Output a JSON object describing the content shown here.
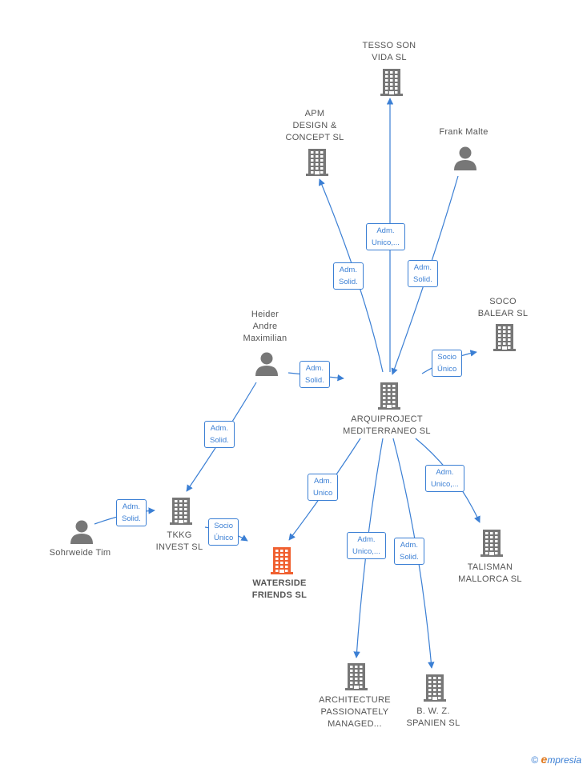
{
  "nodes": {
    "tesso": {
      "label": "TESSO SON\nVIDA  SL",
      "type": "company"
    },
    "apm": {
      "label": "APM\nDESIGN &\nCONCEPT  SL",
      "type": "company"
    },
    "frank": {
      "label": "Frank Malte",
      "type": "person"
    },
    "soco": {
      "label": "SOCO\nBALEAR  SL",
      "type": "company"
    },
    "heider": {
      "label": "Heider\nAndre\nMaximilian",
      "type": "person"
    },
    "arqui": {
      "label": "ARQUIPROJECT\nMEDITERRANEO SL",
      "type": "company"
    },
    "tkkg": {
      "label": "TKKG\nINVEST  SL",
      "type": "company"
    },
    "sohrweide": {
      "label": "Sohrweide Tim",
      "type": "person"
    },
    "waterside": {
      "label": "WATERSIDE\nFRIENDS  SL",
      "type": "company-highlight"
    },
    "talisman": {
      "label": "TALISMAN\nMALLORCA  SL",
      "type": "company"
    },
    "architecture": {
      "label": "ARCHITECTURE\nPASSIONATELY\nMANAGED...",
      "type": "company"
    },
    "bwz": {
      "label": "B.  W. Z.\nSPANIEN SL",
      "type": "company"
    }
  },
  "edges": {
    "arqui_tesso": "Adm.\nUnico,...",
    "arqui_apm": "Adm.\nSolid.",
    "frank_arqui": "Adm.\nSolid.",
    "arqui_soco": "Socio\nÚnico",
    "heider_arqui": "Adm.\nSolid.",
    "heider_tkkg": "Adm.\nSolid.",
    "sohrweide_tkkg": "Adm.\nSolid.",
    "tkkg_waterside": "Socio\nÚnico",
    "arqui_waterside": "Adm.\nUnico",
    "arqui_talisman": "Adm.\nUnico,...",
    "arqui_architecture": "Adm.\nUnico,...",
    "arqui_bwz": "Adm.\nSolid."
  },
  "colors": {
    "edge": "#3b7fd4",
    "company": "#777777",
    "person": "#777777",
    "highlight": "#f06030"
  },
  "footer": {
    "copyright": "©",
    "brand_initial": "e",
    "brand_rest": "mpresia"
  }
}
